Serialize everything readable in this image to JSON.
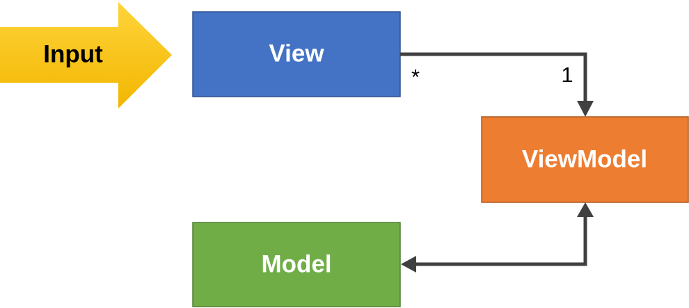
{
  "diagram": {
    "input_label": "Input",
    "boxes": {
      "view": {
        "label": "View",
        "fill": "#4472C4",
        "stroke": "#2F528F"
      },
      "viewmodel": {
        "label": "ViewModel",
        "fill": "#ED7D31",
        "stroke": "#AE5A21"
      },
      "model": {
        "label": "Model",
        "fill": "#70AD47",
        "stroke": "#507E32"
      }
    },
    "input_arrow_color": "#FFC000",
    "connector_color": "#404040",
    "multiplicities": {
      "view_end": "*",
      "viewmodel_end": "1"
    }
  }
}
